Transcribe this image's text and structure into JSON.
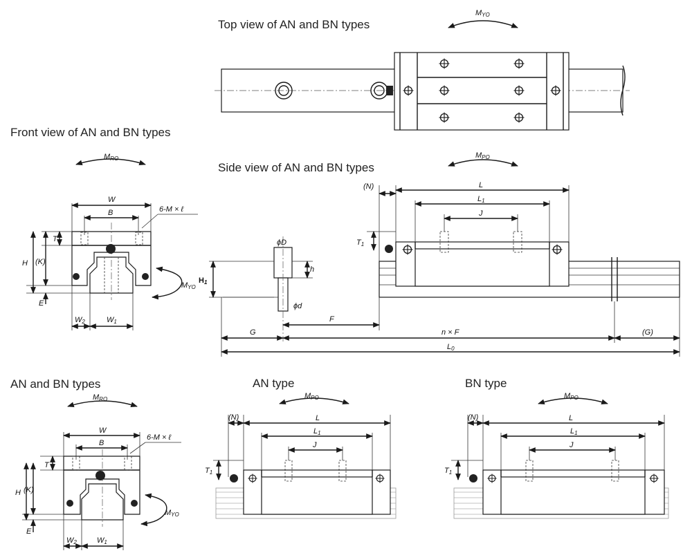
{
  "titles": {
    "top_view": "Top view of AN and BN types",
    "front_view": "Front view of AN and BN types",
    "side_view": "Side view of AN and BN types",
    "an_bn": "AN and BN types",
    "an": "AN type",
    "bn": "BN type"
  },
  "moments": {
    "myo": "M",
    "myo_sub": "YO",
    "mpo": "M",
    "mpo_sub": "PO",
    "mro": "M",
    "mro_sub": "RO"
  },
  "dims": {
    "W": "W",
    "B": "B",
    "M": "6-M × ℓ",
    "T": "T",
    "H": "H",
    "K": "(K)",
    "E": "E",
    "W2": "W",
    "W2_sub": "2",
    "W1": "W",
    "W1_sub": "1",
    "N": "(N)",
    "L": "L",
    "L1": "L",
    "L1_sub": "1",
    "J": "J",
    "T1": "T",
    "T1_sub": "1",
    "D": "ϕD",
    "h": "h",
    "H1": "H",
    "H1_sub": "1",
    "d": "ϕd",
    "F": "F",
    "G": "G",
    "nF": "n × F",
    "G2": "(G)",
    "L0": "L",
    "L0_sub": "0"
  }
}
